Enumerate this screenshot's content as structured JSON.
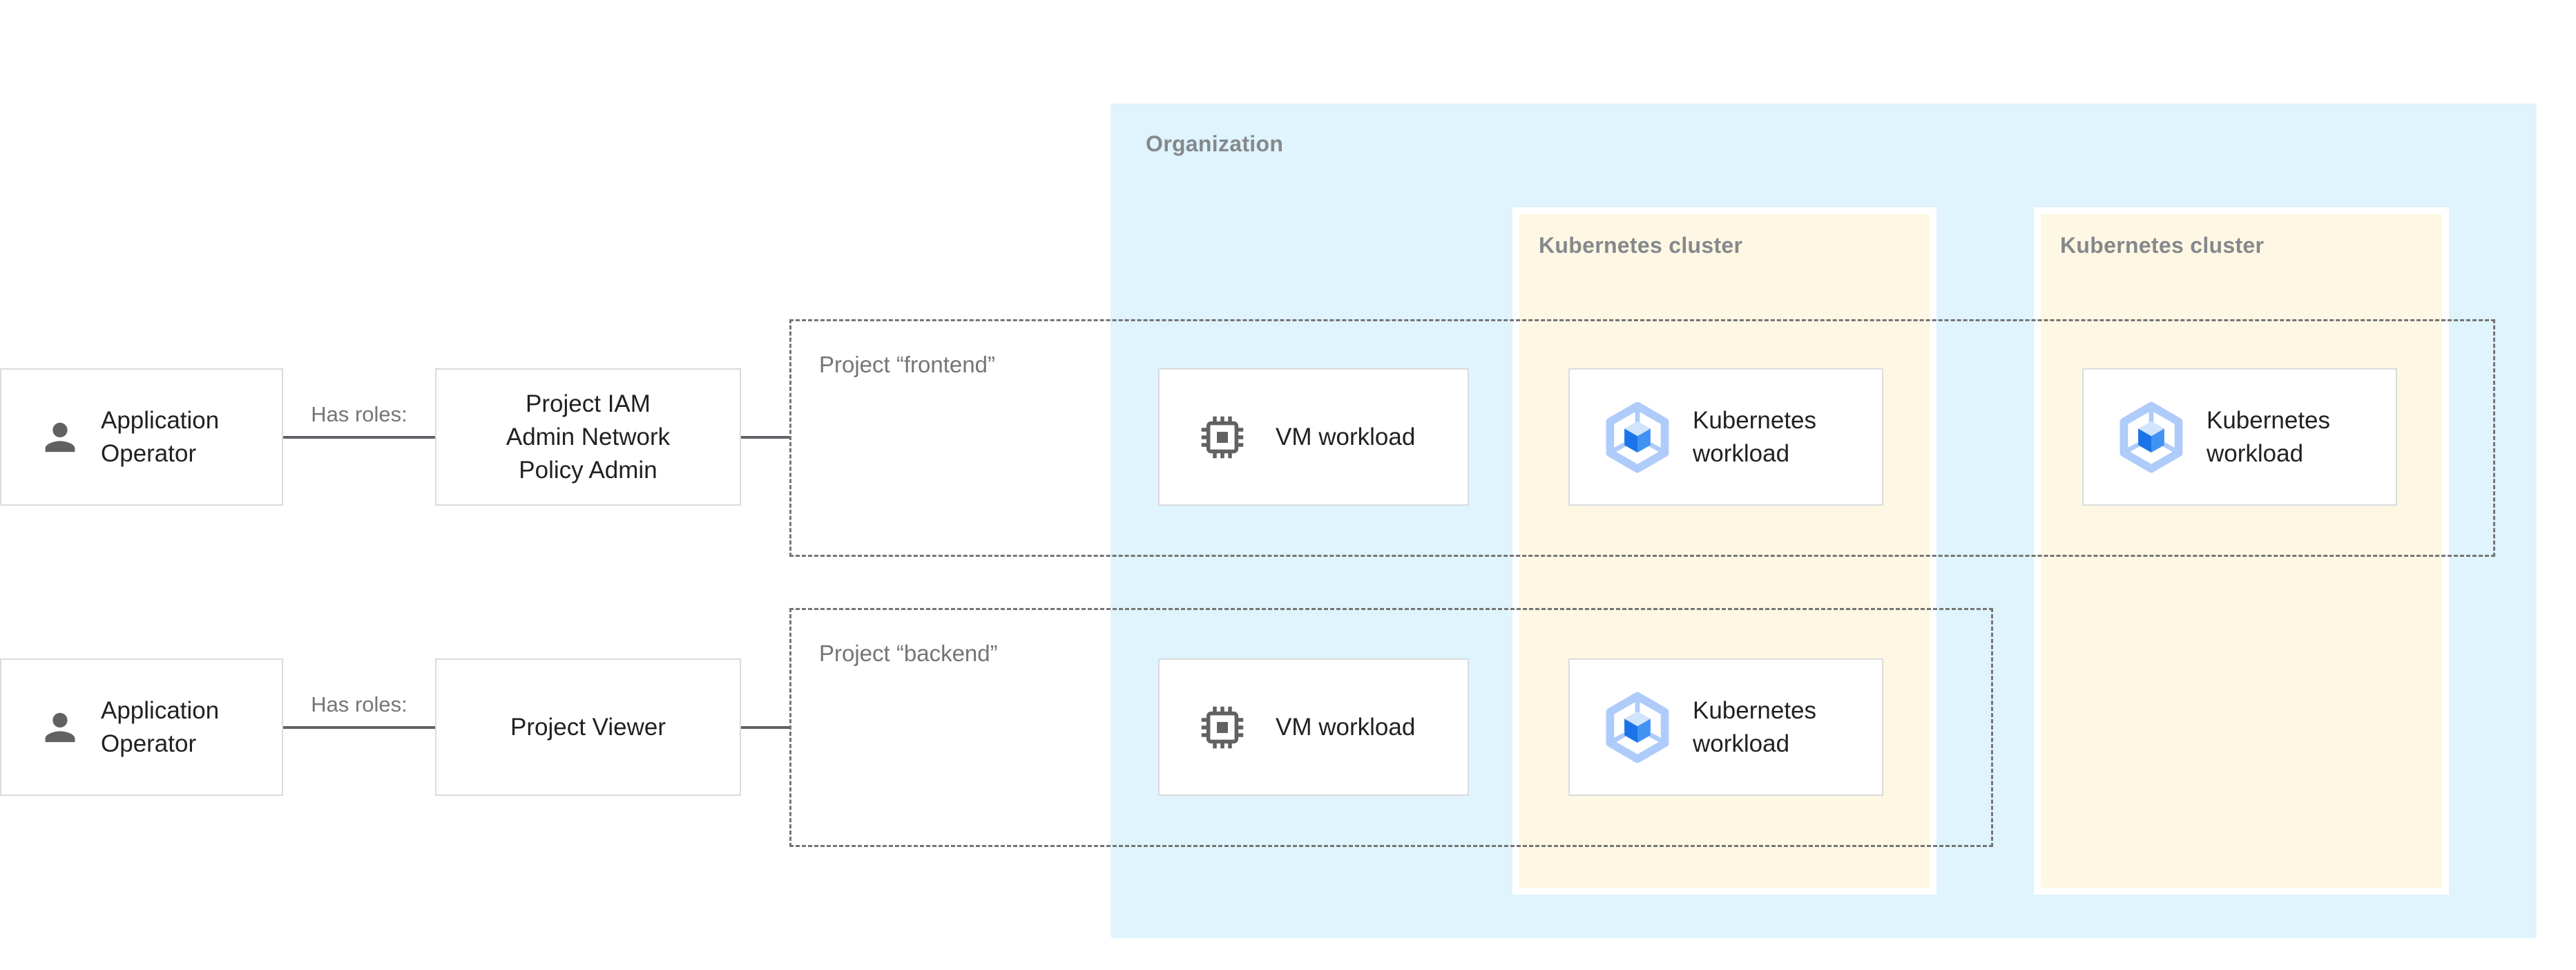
{
  "colors": {
    "organization_fill": "#DFF4FC",
    "cluster_fill": "#FEF7E3",
    "node_border": "#D9DBDE",
    "dashed_border": "#757575",
    "connector_line": "#5F6368",
    "text_primary": "#202124",
    "text_secondary": "#757575",
    "container_label": "#85888C",
    "icon_gray": "#616161",
    "gke_hexagon_blue": "#AECBFA",
    "gke_cube_top": "#D2E3FC",
    "gke_cube_left": "#1A73E8",
    "gke_cube_right": "#4093F2"
  },
  "organization": {
    "label": "Organization"
  },
  "clusters": [
    {
      "label": "Kubernetes cluster"
    },
    {
      "label": "Kubernetes cluster"
    }
  ],
  "projects": [
    {
      "label": "Project “frontend”",
      "workloads": [
        {
          "label": "VM workload",
          "icon": "vm-chip-icon"
        },
        {
          "label": "Kubernetes workload",
          "icon": "gke-icon"
        },
        {
          "label": "Kubernetes workload",
          "icon": "gke-icon"
        }
      ]
    },
    {
      "label": "Project “backend”",
      "workloads": [
        {
          "label": "VM workload",
          "icon": "vm-chip-icon"
        },
        {
          "label": "Kubernetes workload",
          "icon": "gke-icon"
        }
      ]
    }
  ],
  "actors": [
    {
      "label": "Application Operator",
      "icon": "person-icon",
      "relation": "Has roles:",
      "role": "Project IAM\nAdmin Network\nPolicy Admin"
    },
    {
      "label": "Application Operator",
      "icon": "person-icon",
      "relation": "Has roles:",
      "role": "Project Viewer"
    }
  ]
}
